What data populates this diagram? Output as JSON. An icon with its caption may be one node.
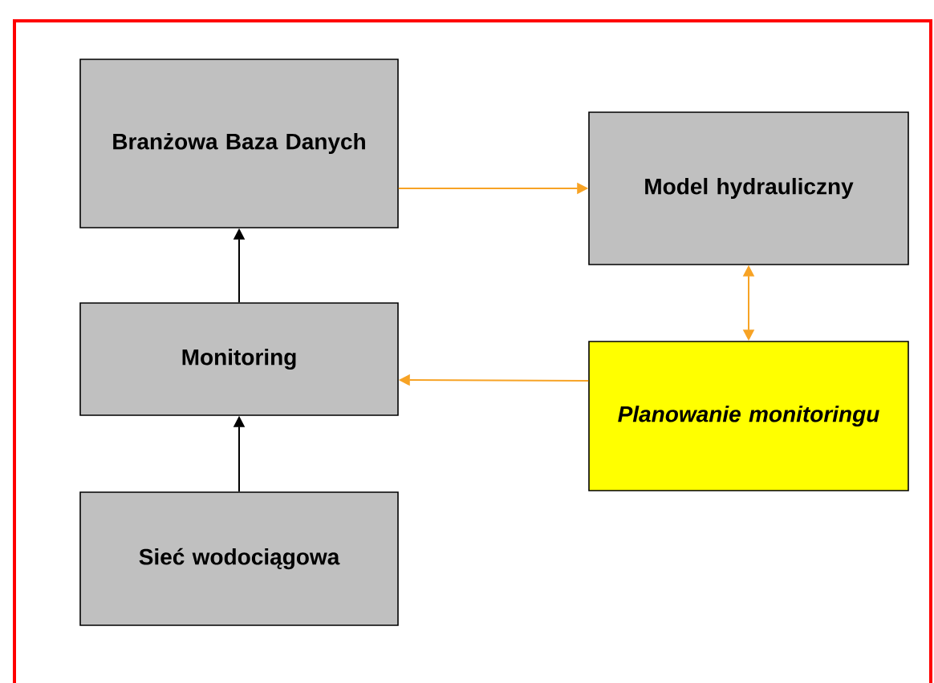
{
  "diagram": {
    "nodes": [
      {
        "text": [
          "Branżowa Baza Danych"
        ]
      },
      {
        "text": [
          "Model hydrauliczny"
        ]
      },
      {
        "text": [
          "Monitoring"
        ]
      },
      {
        "text": [
          "Planowanie monitoringu"
        ]
      },
      {
        "text": [
          "Sieć wodociągowa"
        ]
      }
    ],
    "edges": [
      {
        "from": 0,
        "to": 1,
        "arrow": "to"
      },
      {
        "from": 1,
        "to": 3,
        "arrow": "both"
      },
      {
        "from": 3,
        "to": 2,
        "arrow": "to"
      },
      {
        "from": 2,
        "to": 0,
        "arrow": "to",
        "color": "#000000"
      },
      {
        "from": 4,
        "to": 2,
        "arrow": "to",
        "color": "#000000"
      }
    ]
  }
}
